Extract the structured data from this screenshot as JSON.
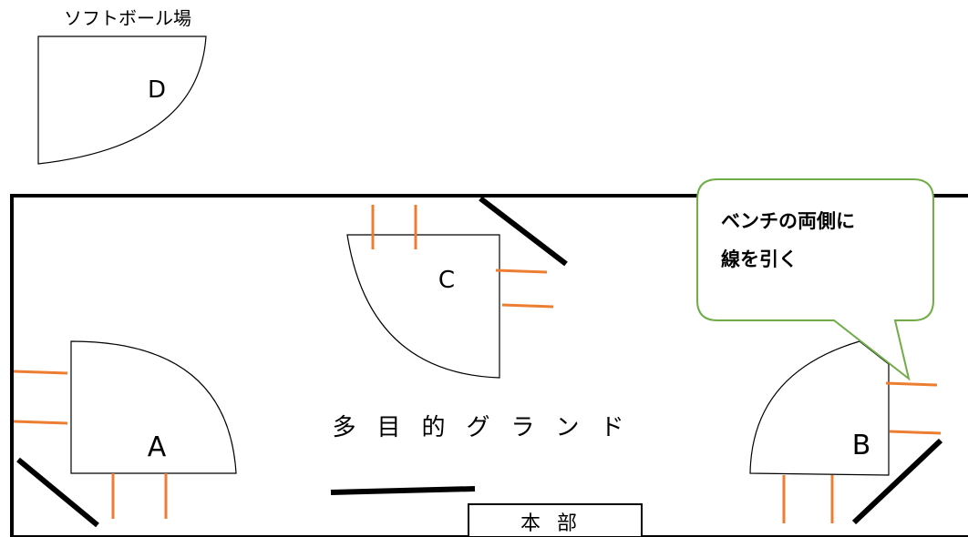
{
  "softball_title": "ソフトボール場",
  "fields": {
    "a": "A",
    "b": "B",
    "c": "C",
    "d": "D"
  },
  "ground_name": "多目的グランド",
  "headquarters": "本部",
  "callout": {
    "line1": "ベンチの両側に",
    "line2": "線を引く"
  },
  "colors": {
    "bench_line": "#ed7d31",
    "callout_border": "#70ad47",
    "outline": "#000000"
  }
}
